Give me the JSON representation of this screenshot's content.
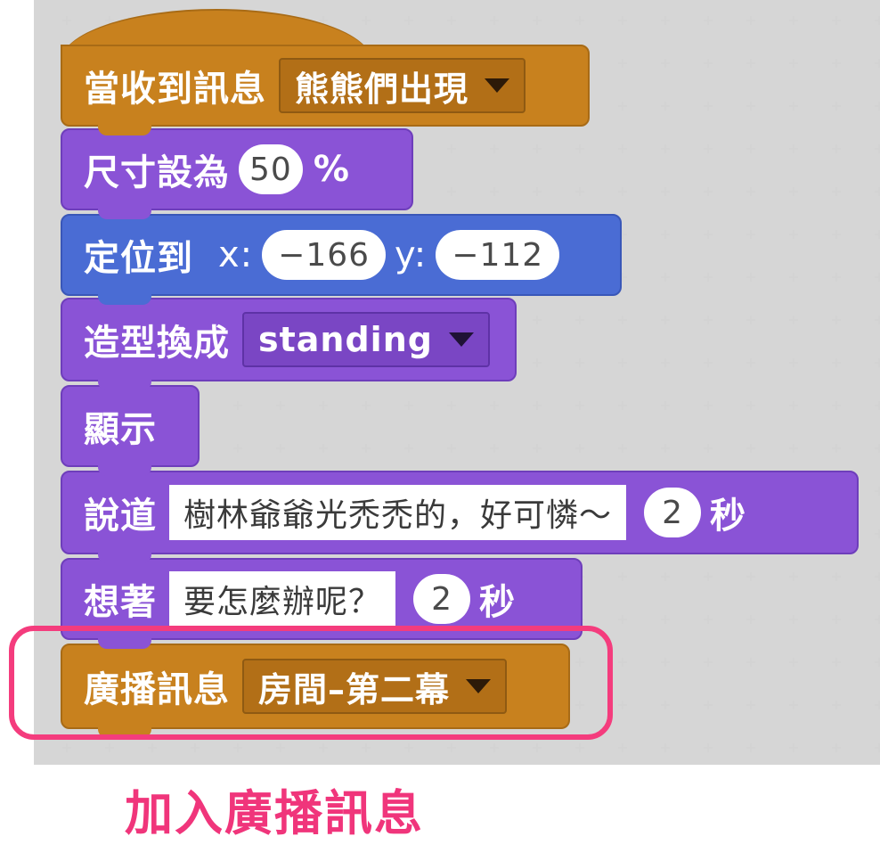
{
  "blocks": {
    "when_receive": {
      "label": "當收到訊息",
      "dropdown": "熊熊們出現"
    },
    "set_size": {
      "label": "尺寸設為",
      "value": "50",
      "suffix": "%"
    },
    "goto_xy": {
      "label": "定位到",
      "x_label": "x:",
      "x_value": "−166",
      "y_label": "y:",
      "y_value": "−112"
    },
    "switch_costume": {
      "label": "造型換成",
      "dropdown": "standing"
    },
    "show": {
      "label": "顯示"
    },
    "say_for": {
      "label": "說道",
      "text": "樹林爺爺光禿禿的，好可憐～",
      "seconds": "2",
      "suffix": "秒"
    },
    "think_for": {
      "label": "想著",
      "text": "要怎麼辦呢？",
      "seconds": "2",
      "suffix": "秒"
    },
    "broadcast": {
      "label": "廣播訊息",
      "dropdown": "房間–第二幕"
    }
  },
  "caption": "加入廣播訊息",
  "colors": {
    "events": "#c8811e",
    "looks": "#8a53d6",
    "motion": "#4a6cd4",
    "highlight": "#f43c7d",
    "caption": "#f0357b"
  }
}
